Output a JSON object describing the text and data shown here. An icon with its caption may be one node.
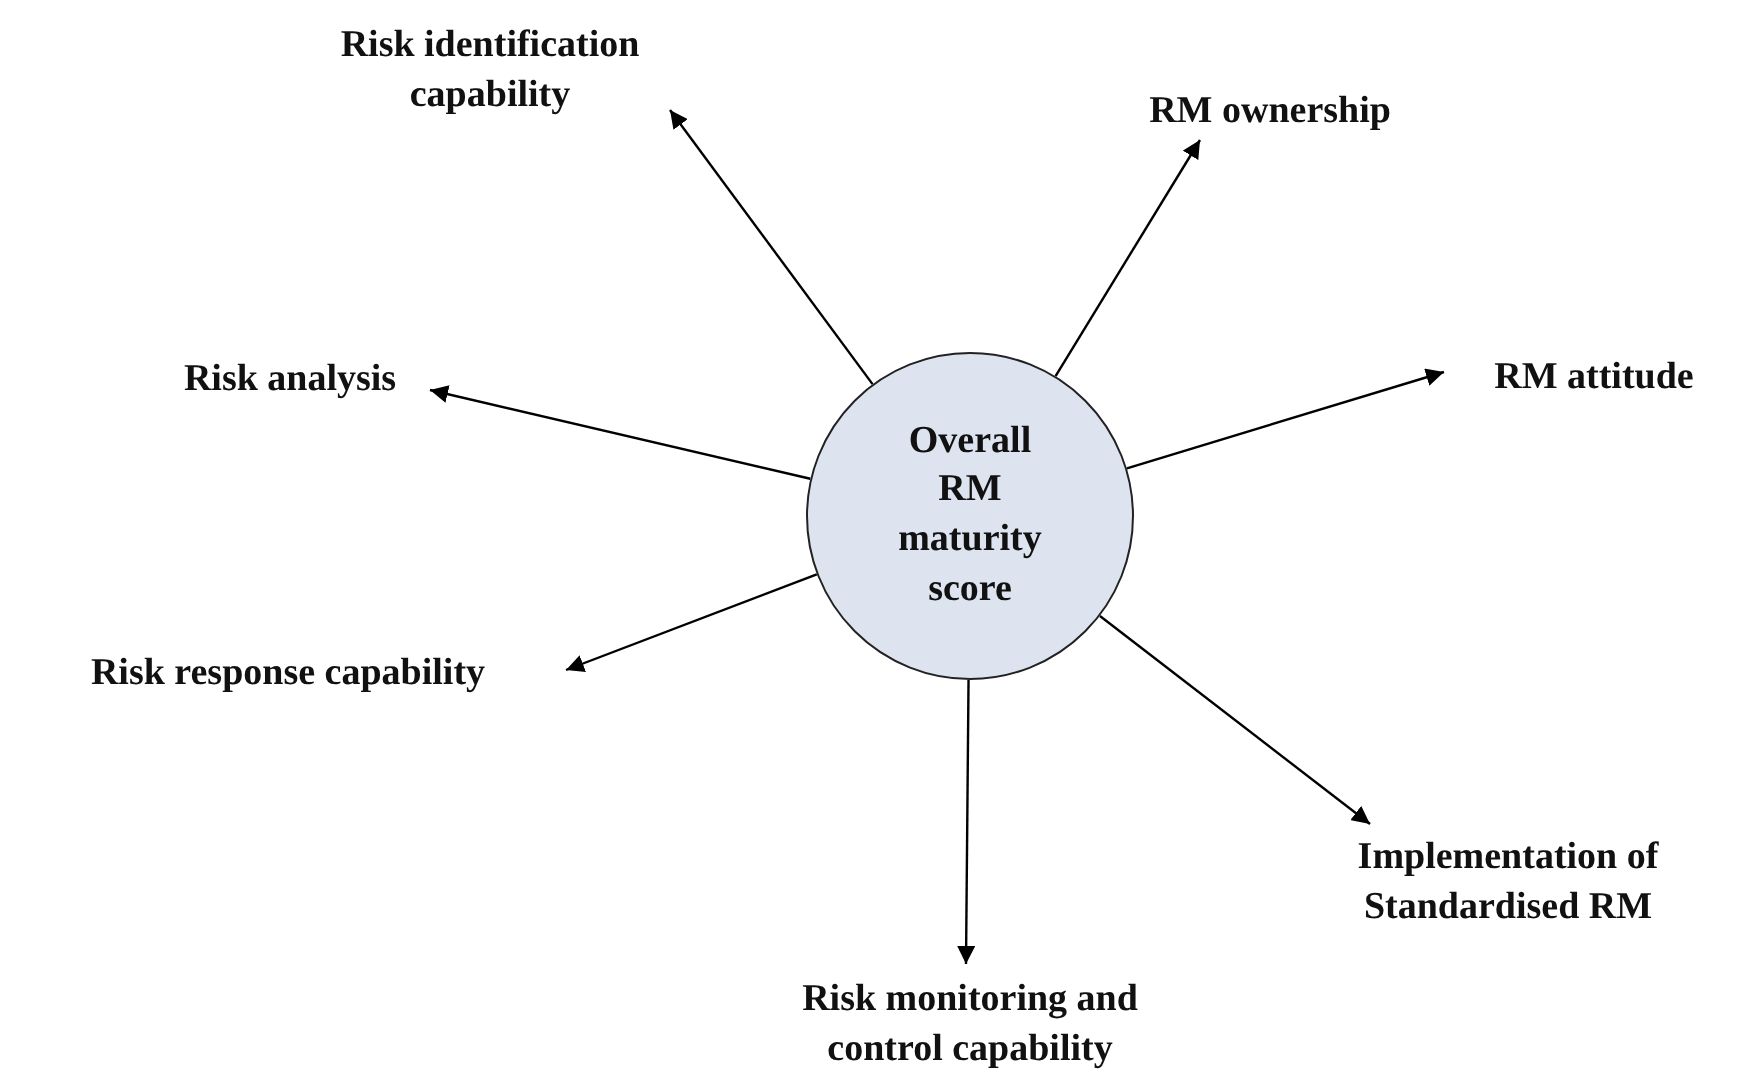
{
  "diagram": {
    "nodes": [
      {
        "text": [
          "Overall RM maturity score"
        ]
      },
      {
        "text": [
          "Risk identification capability"
        ]
      },
      {
        "text": [
          "RM ownership"
        ]
      },
      {
        "text": [
          "Risk analysis"
        ]
      },
      {
        "text": [
          "RM attitude"
        ]
      },
      {
        "text": [
          "Risk response capability"
        ]
      },
      {
        "text": [
          "Implementation of Standardised RM"
        ]
      },
      {
        "text": [
          "Risk monitoring and control capability"
        ]
      }
    ],
    "edges": [
      {
        "from": 0,
        "to": 1,
        "arrow": "to"
      },
      {
        "from": 0,
        "to": 2,
        "arrow": "to"
      },
      {
        "from": 0,
        "to": 3,
        "arrow": "to"
      },
      {
        "from": 0,
        "to": 4,
        "arrow": "to"
      },
      {
        "from": 0,
        "to": 5,
        "arrow": "to"
      },
      {
        "from": 0,
        "to": 6,
        "arrow": "to"
      },
      {
        "from": 0,
        "to": 7,
        "arrow": "to"
      }
    ]
  }
}
